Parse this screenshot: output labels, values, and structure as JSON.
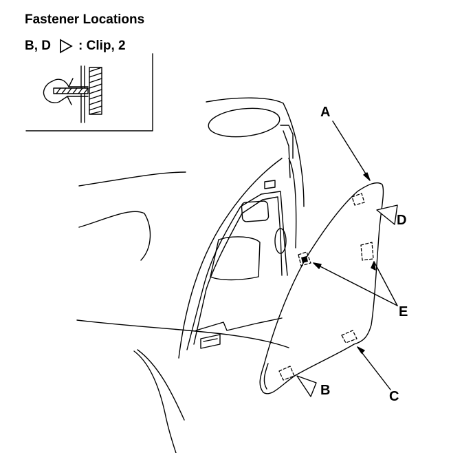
{
  "title": "Fastener Locations",
  "legend": {
    "letters": "B, D",
    "icon": "triangle-outline-icon",
    "text": ": Clip, 2"
  },
  "callouts": {
    "a": "A",
    "b": "B",
    "c": "C",
    "d": "D",
    "e": "E"
  }
}
